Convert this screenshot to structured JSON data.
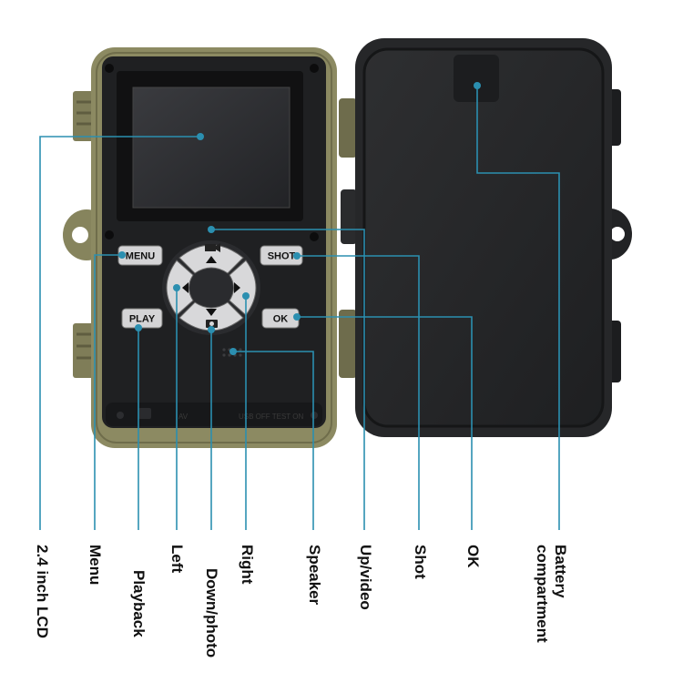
{
  "device": {
    "buttons": {
      "menu": "MENU",
      "shot": "SHOT",
      "play": "PLAY",
      "ok": "OK"
    },
    "panel_markings": {
      "av": "AV",
      "switch": "USB OFF TEST ON"
    }
  },
  "callouts": [
    {
      "id": "lcd",
      "label": "2.4 inch LCD"
    },
    {
      "id": "menu",
      "label": "Menu"
    },
    {
      "id": "playback",
      "label": "Playback"
    },
    {
      "id": "left",
      "label": "Left"
    },
    {
      "id": "down",
      "label": "Down/photo"
    },
    {
      "id": "right",
      "label": "Right"
    },
    {
      "id": "speaker",
      "label": "Speaker"
    },
    {
      "id": "up",
      "label": "Up/video"
    },
    {
      "id": "shot",
      "label": "Shot"
    },
    {
      "id": "ok",
      "label": "OK"
    },
    {
      "id": "battery",
      "label": "Battery compartment"
    }
  ],
  "colors": {
    "callout_line": "#2b8fb0",
    "housing": "#8c8a62",
    "panel": "#1f2022",
    "door": "#262729"
  }
}
